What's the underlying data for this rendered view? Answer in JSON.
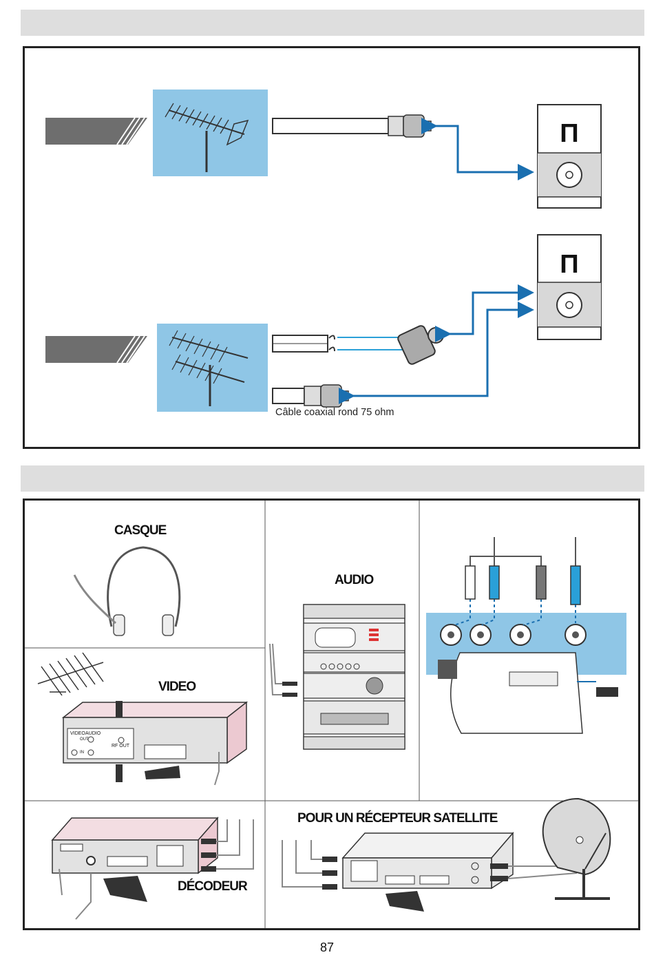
{
  "cable_caption": "Câble coaxial rond 75 ohm",
  "sections": {
    "headphones": "CASQUE",
    "audio": "AUDIO",
    "video": "VIDEO",
    "decoder": "DÉCODEUR",
    "satellite": "POUR UN RÉCEPTEUR SATELLITE"
  },
  "vcr_labels": {
    "video": "VIDEO",
    "audio": "AUDIO",
    "out": "OUT",
    "in": "IN",
    "rf_out": "RF OUT"
  },
  "page_number": "87",
  "colors": {
    "sky_blue": "#8fc6e6",
    "arrow_blue": "#1a6fb0",
    "cable_grey": "#555555",
    "band_grey": "#dedede",
    "device_pink": "#f3dde2"
  }
}
